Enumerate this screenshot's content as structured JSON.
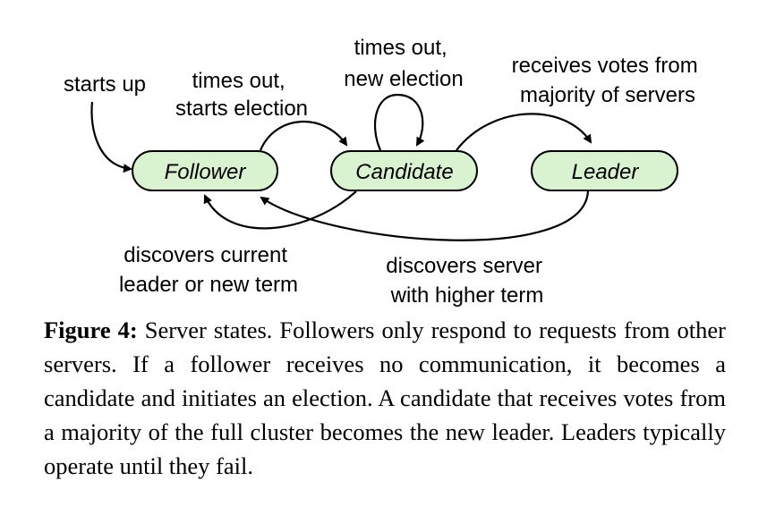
{
  "diagram": {
    "states": {
      "follower": "Follower",
      "candidate": "Candidate",
      "leader": "Leader"
    },
    "edges": {
      "starts_up": [
        "starts up"
      ],
      "follower_to_candidate": [
        "times out,",
        "starts election"
      ],
      "candidate_self": [
        "times out,",
        "new election"
      ],
      "candidate_to_leader": [
        "receives votes from",
        "majority of servers"
      ],
      "candidate_to_follower": [
        "discovers current",
        "leader or new term"
      ],
      "leader_to_follower": [
        "discovers server",
        "with higher term"
      ]
    },
    "colors": {
      "state_fill": "#d9f2d0",
      "stroke": "#000000"
    }
  },
  "caption": {
    "label": "Figure 4:",
    "text": "Server states. Followers only respond to requests from other servers. If a follower receives no communication, it becomes a candidate and initiates an election. A candidate that receives votes from a majority of the full cluster becomes the new leader. Leaders typically operate until they fail."
  }
}
